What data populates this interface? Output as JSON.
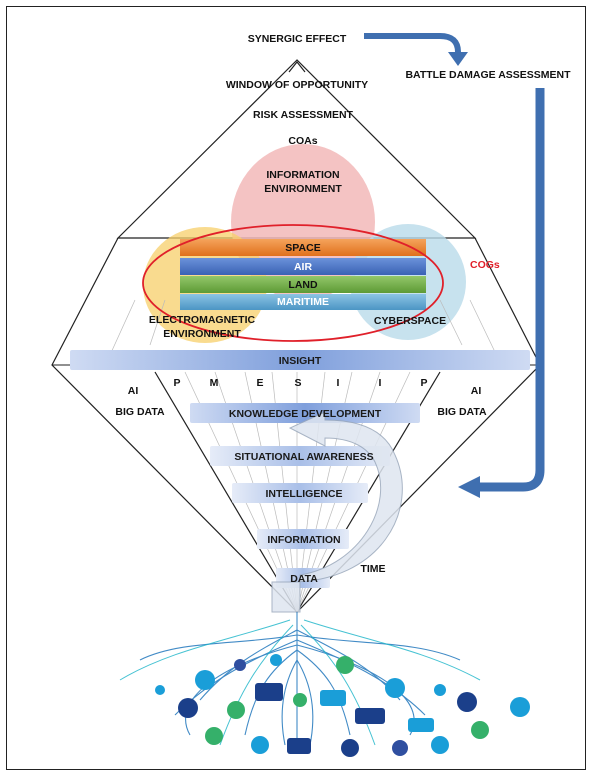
{
  "top": {
    "synergic_effect": "SYNERGIC EFFECT",
    "battle_damage_assessment": "BATTLE DAMAGE ASSESSMENT",
    "window_of_opportunity": "WINDOW OF OPPORTUNITY",
    "risk_assessment": "RISK ASSESSMENT",
    "coas": "COAs",
    "information_environment_line1": "INFORMATION",
    "information_environment_line2": "ENVIRONMENT"
  },
  "domains": {
    "space": "SPACE",
    "air": "AIR",
    "land": "LAND",
    "maritime": "MARITIME",
    "cogs": "COGs",
    "electromagnetic_line1": "ELECTROMAGNETIC",
    "electromagnetic_line2": "ENVIRONMENT",
    "cyberspace": "CYBERSPACE"
  },
  "funnel": {
    "insight": "INSIGHT",
    "pmesiip": [
      "P",
      "M",
      "E",
      "S",
      "I",
      "I",
      "P"
    ],
    "left_ai": "AI",
    "left_big_data": "BIG DATA",
    "right_ai": "AI",
    "right_big_data": "BIG DATA",
    "knowledge_development": "KNOWLEDGE DEVELOPMENT",
    "situational_awareness": "SITUATIONAL AWARENESS",
    "intelligence": "INTELLIGENCE",
    "information": "INFORMATION",
    "data": "DATA",
    "time": "TIME"
  },
  "colors": {
    "space": "#ee7d2a",
    "air": "#4472c4",
    "land": "#70ad47",
    "maritime": "#5ba3d0",
    "cogs_ring": "#e0202a",
    "arrow": "#3f6fb0",
    "info_env_blob": "#f2b8b8",
    "em_blob": "#f7cf6a",
    "cyber_blob": "#b9dbea"
  }
}
